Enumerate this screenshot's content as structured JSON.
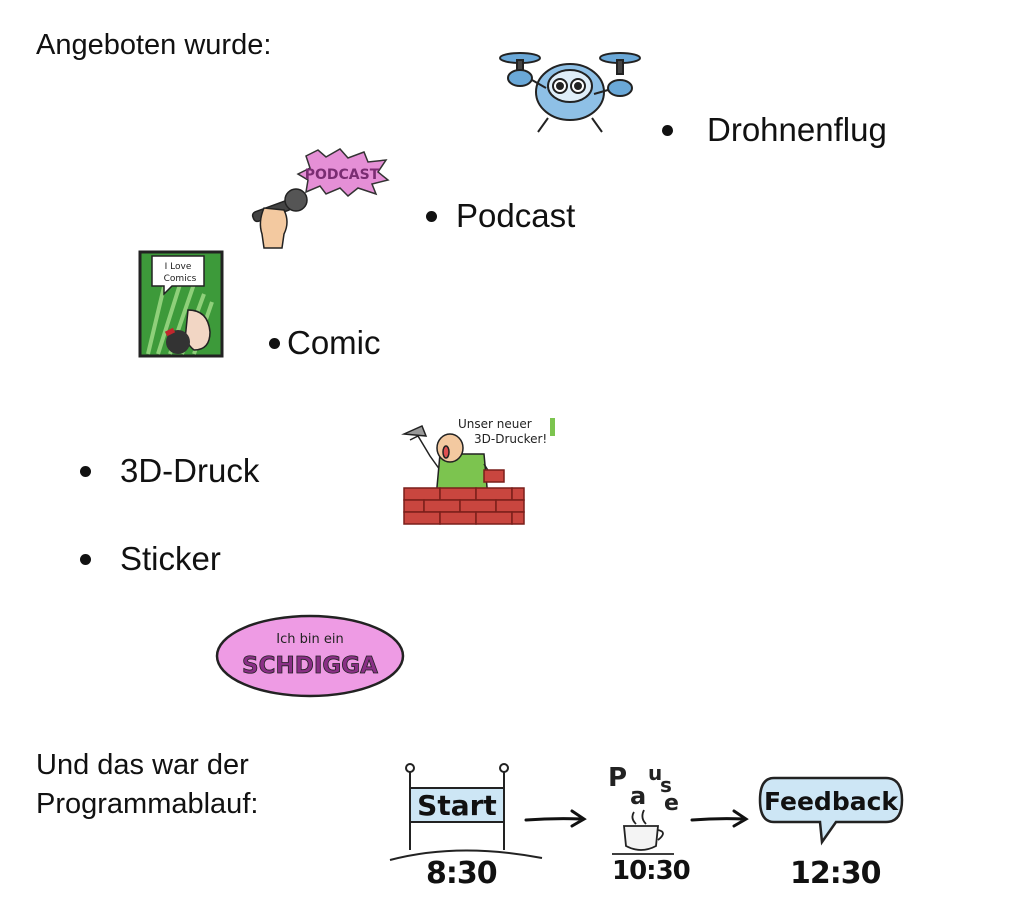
{
  "heading_offered": "Angeboten wurde:",
  "offers": {
    "drone": "Drohnenflug",
    "podcast": "Podcast",
    "comic": "Comic",
    "print3d": "3D-Druck",
    "sticker": "Sticker"
  },
  "illustrations": {
    "podcast_sign": "PODCAST",
    "comic_bubble_line1": "I Love",
    "comic_bubble_line2": "Comics",
    "printer_caption_line1": "Unser neuer",
    "printer_caption_line2": "3D-Drucker!",
    "sticker_line1": "Ich bin ein",
    "sticker_line2": "SCHDIGGA"
  },
  "heading_program_line1": "Und das war der",
  "heading_program_line2": "Programmablauf:",
  "timeline": {
    "start_label": "Start",
    "start_time": "8:30",
    "pause_letters": [
      "P",
      "a",
      "u",
      "s",
      "e"
    ],
    "pause_time": "10:30",
    "feedback_label": "Feedback",
    "feedback_time": "12:30"
  },
  "colors": {
    "drone_blue": "#6aa8d8",
    "podcast_pink": "#e58fd6",
    "comic_green": "#3d9a3a",
    "sticker_pink": "#ee9be4",
    "brick_red": "#c9463f",
    "shirt_green": "#7cc44f",
    "banner_blue": "#cde6f5"
  }
}
